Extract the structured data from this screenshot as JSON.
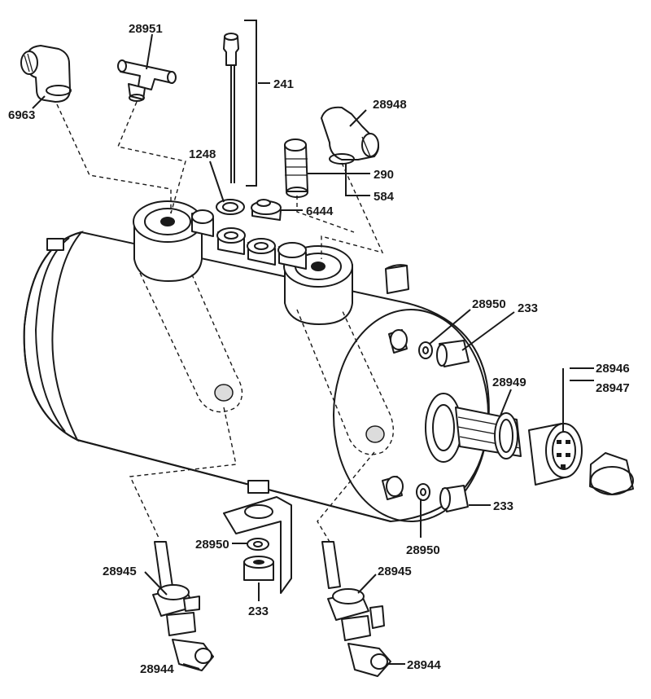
{
  "labels": {
    "p6963": "6963",
    "p28951": "28951",
    "p241": "241",
    "p1248": "1248",
    "p28948": "28948",
    "p290": "290",
    "p584": "584",
    "p6444": "6444",
    "p28950_top": "28950",
    "p233_top": "233",
    "p28946": "28946",
    "p28947": "28947",
    "p28949": "28949",
    "p233_right": "233",
    "p28950_right": "28950",
    "p28950_bottom": "28950",
    "p233_bottom": "233",
    "p28945_left": "28945",
    "p28945_right": "28945",
    "p28944_left": "28944",
    "p28944_right": "28944"
  }
}
